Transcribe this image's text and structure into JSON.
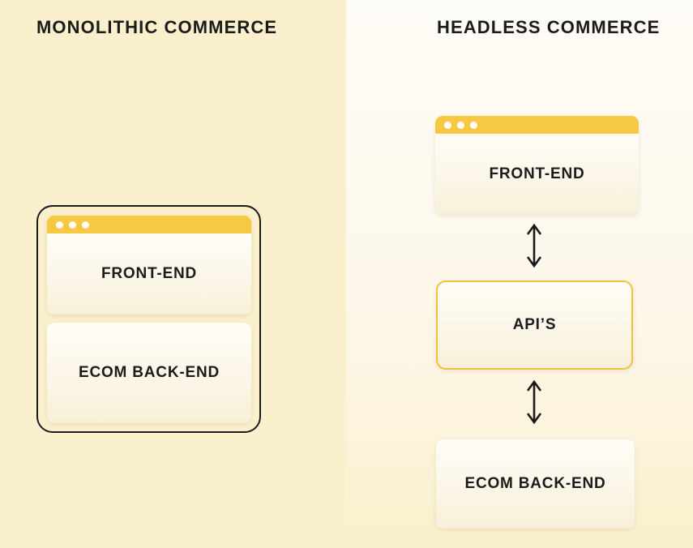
{
  "diagram": {
    "left": {
      "title": "MONOLITHIC COMMERCE",
      "frontend_label": "FRONT-END",
      "backend_label": "ECOM BACK-END"
    },
    "right": {
      "title": "HEADLESS COMMERCE",
      "frontend_label": "FRONT-END",
      "api_label": "API’S",
      "backend_label": "ECOM BACK-END"
    }
  },
  "icons": {
    "window_controls": "traffic-light-dots",
    "connector": "double-headed-vertical-arrow"
  },
  "colors": {
    "left_panel_bg": "#FBF0CD",
    "right_panel_bg_top": "#FEFCF6",
    "right_panel_bg_bottom": "#FAF0CB",
    "titlebar_yellow": "#F6C845",
    "api_border_gold": "#F0C23C",
    "outline_black": "#1A1A1A",
    "card_bg_top": "#FFFDF7",
    "card_bg_bottom": "#F7F0D9",
    "text": "#1B1B1B",
    "window_dot": "#FFFFFF"
  }
}
